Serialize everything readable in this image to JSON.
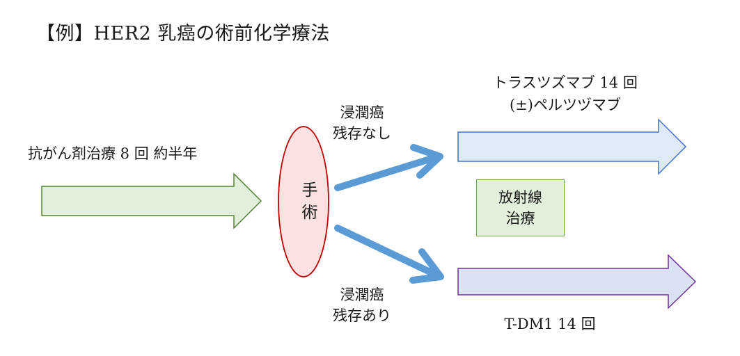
{
  "title": "【例】HER2 乳癌の術前化学療法",
  "chemo": {
    "label": "抗がん剤治療 8 回  約半年"
  },
  "surgery": {
    "line1": "手",
    "line2": "術"
  },
  "no_residual": {
    "line1": "浸潤癌",
    "line2": "残存なし"
  },
  "residual": {
    "line1": "浸潤癌",
    "line2": "残存あり"
  },
  "trastuzumab": {
    "line1": "トラスツズマブ 14 回",
    "line2": "(±)ペルツヅマブ"
  },
  "radiation": {
    "line1": "放射線",
    "line2": "治療"
  },
  "tdm1": {
    "label": "T-DM1  14 回"
  },
  "colors": {
    "green_fill": "#e2efda",
    "green_stroke": "#548235",
    "blue_fill": "#deebf7",
    "blue_stroke": "#4472c4",
    "purple_fill": "#dae3f3",
    "purple_stroke": "#7030a0",
    "ellipse_fill": "#fde2e2",
    "ellipse_stroke": "#c00000",
    "branch_arrow": "#5b9bd5"
  }
}
